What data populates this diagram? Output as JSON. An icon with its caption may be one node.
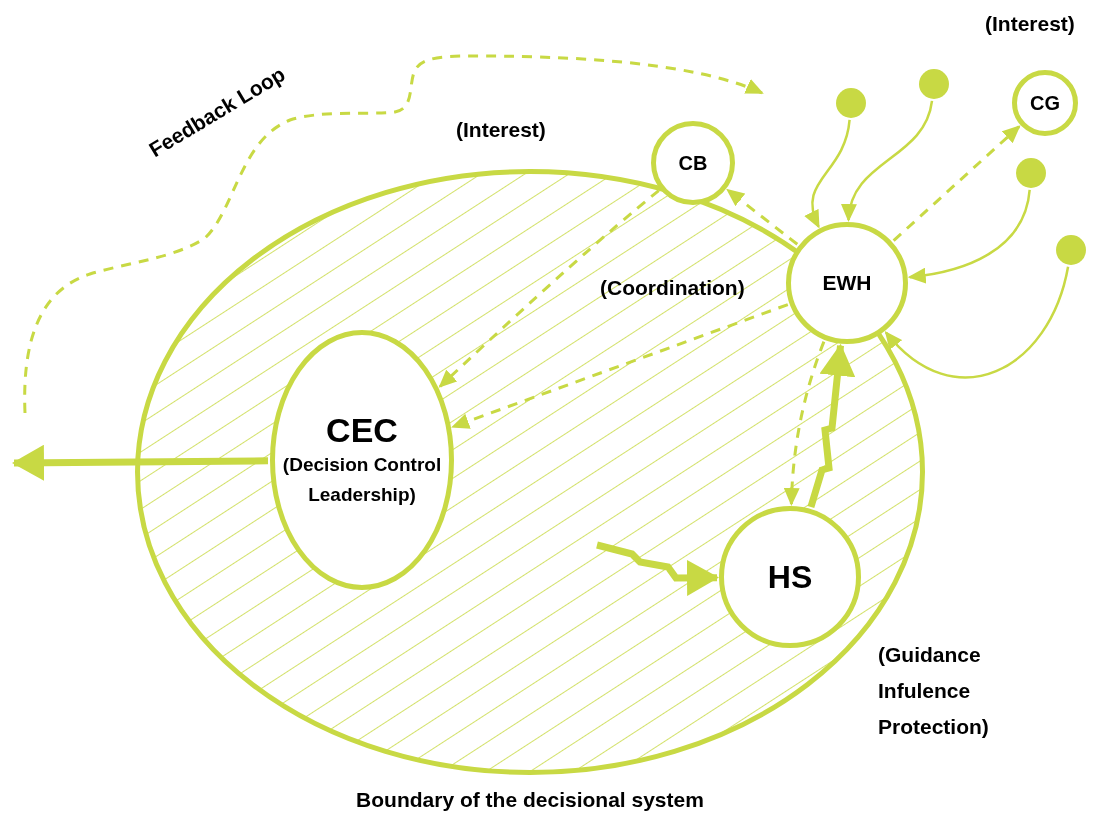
{
  "diagram": {
    "nodes": [
      {
        "text": [
          "Boundary of the decisional system"
        ]
      },
      {
        "text": [
          "CEC",
          "(Decision Control Leadership)"
        ],
        "in": 0
      },
      {
        "text": [
          "CB"
        ]
      },
      {
        "text": [
          "EWH"
        ],
        "beside": [
          "(Coordination)"
        ]
      },
      {
        "text": [
          "CG"
        ],
        "beside": [
          "(Interest)"
        ]
      },
      {
        "text": [
          "HS"
        ],
        "in": 0,
        "beside": [
          "(Guidance Infulence Protection)"
        ]
      },
      {
        "text": [],
        "shape": "circle"
      },
      {
        "text": [],
        "shape": "circle"
      },
      {
        "text": [],
        "shape": "circle"
      },
      {
        "text": [],
        "shape": "circle"
      }
    ],
    "edges": [
      {
        "from": 3,
        "to": 2,
        "arrow": "to",
        "style": "dashed"
      },
      {
        "from": 3,
        "to": 4,
        "arrow": "to",
        "style": "dashed"
      },
      {
        "from": 2,
        "to": 1,
        "arrow": "to",
        "style": "dashed"
      },
      {
        "from": 3,
        "to": 1,
        "arrow": "to",
        "style": "dashed"
      },
      {
        "from": 3,
        "to": 5,
        "arrow": "to",
        "style": "dashed"
      },
      {
        "from": 5,
        "to": 3,
        "arrow": "to",
        "style": "thick"
      },
      {
        "from": null,
        "to": 5,
        "arrow": "to",
        "style": "thick"
      },
      {
        "from": 1,
        "to": null,
        "arrow": "to",
        "style": "thick"
      },
      {
        "from": 6,
        "to": 3,
        "arrow": "to"
      },
      {
        "from": 7,
        "to": 3,
        "arrow": "to"
      },
      {
        "from": 8,
        "to": 3,
        "arrow": "to"
      },
      {
        "from": 9,
        "to": 3,
        "arrow": "to"
      }
    ],
    "labels": [
      "Feedback Loop",
      "(Interest)"
    ]
  }
}
